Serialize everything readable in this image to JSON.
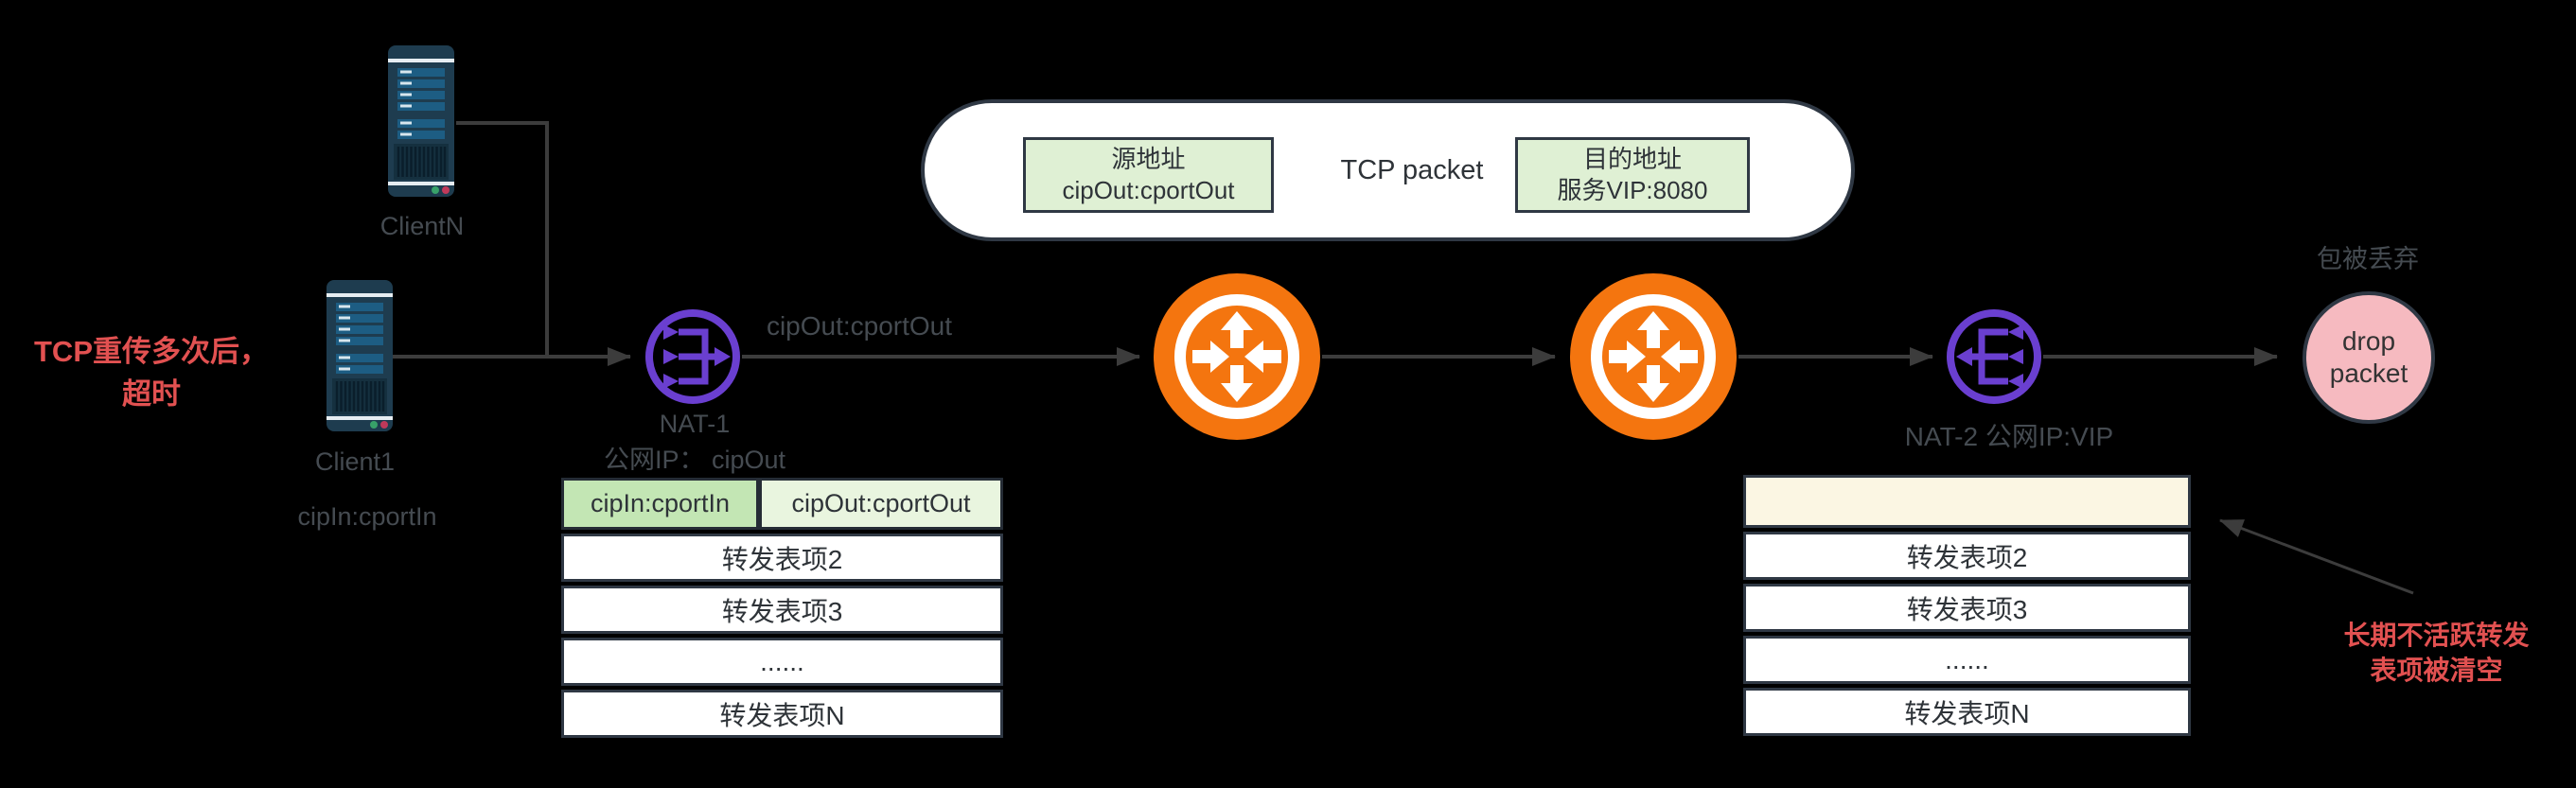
{
  "colors": {
    "background": "#000000",
    "wire": "#3c3c3c",
    "gray_label": "#454b51",
    "red_note": "#e25151",
    "nat_purple": "#6a3fd0",
    "router_orange": "#f4750f",
    "drop_pink": "#f6bac0",
    "header_green_dark": "#c3e6b4",
    "header_green_light": "#e9f5df",
    "packet_green_box": "#dff0d4",
    "cleared_row_cream": "#fbf6e3",
    "dark_border": "#2f3844"
  },
  "left_note": {
    "line1": "TCP重传多次后，",
    "line2": "超时"
  },
  "clients": {
    "top_label": "ClientN",
    "bottom_label": "Client1",
    "bottom_addr": "cipIn:cportIn"
  },
  "nat1": {
    "name": "NAT-1",
    "public_ip": "公网IP： cipOut",
    "flow_label": "cipOut:cportOut"
  },
  "nat2": {
    "label": "NAT-2 公网IP:VIP"
  },
  "packet_pill": {
    "src_line1": "源地址",
    "src_line2": "cipOut:cportOut",
    "center_label": "TCP packet",
    "dst_line1": "目的地址",
    "dst_line2": "服务VIP:8080"
  },
  "drop_node": {
    "label_above": "包被丢弃",
    "line1": "drop",
    "line2": "packet"
  },
  "nat1_table": {
    "header_left": "cipIn:cportIn",
    "header_right": "cipOut:cportOut",
    "rows": [
      "转发表项2",
      "转发表项3",
      "......",
      "转发表项N"
    ]
  },
  "nat2_table": {
    "cleared_row": "",
    "rows": [
      "转发表项2",
      "转发表项3",
      "......",
      "转发表项N"
    ]
  },
  "right_note": {
    "line1": "长期不活跃转发",
    "line2": "表项被清空"
  },
  "icons": {
    "client": "server-icon",
    "nat_ingress": "nat-gateway-merge-icon",
    "router": "router-icon",
    "nat_egress": "nat-gateway-split-icon",
    "drop": "drop-circle"
  }
}
